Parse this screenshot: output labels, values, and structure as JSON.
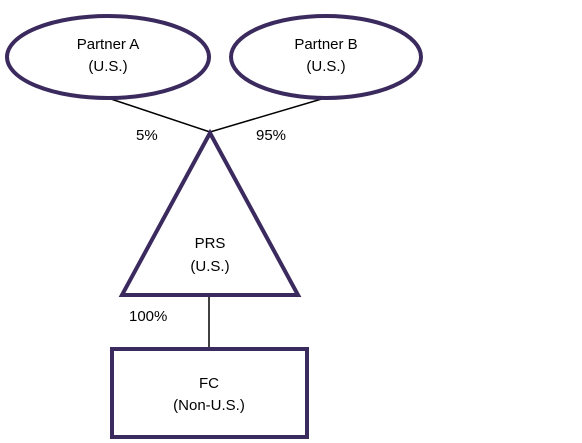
{
  "nodes": {
    "partner_a": {
      "name": "Partner A",
      "jurisdiction": "(U.S.)"
    },
    "partner_b": {
      "name": "Partner B",
      "jurisdiction": "(U.S.)"
    },
    "prs": {
      "name": "PRS",
      "jurisdiction": "(U.S.)"
    },
    "fc": {
      "name": "FC",
      "jurisdiction": "(Non-U.S.)"
    }
  },
  "edges": {
    "partner_a_to_prs": "5%",
    "partner_b_to_prs": "95%",
    "prs_to_fc": "100%"
  },
  "colors": {
    "shape_stroke": "#3b2a5e",
    "connector": "#000000"
  }
}
